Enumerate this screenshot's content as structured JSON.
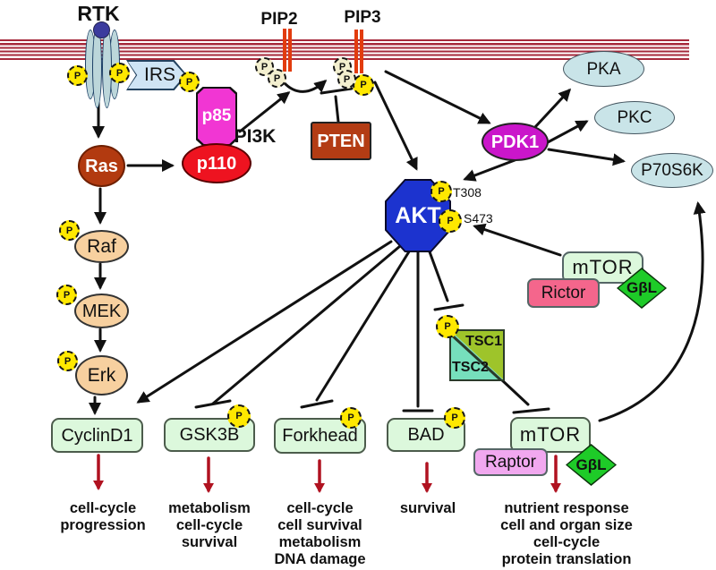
{
  "badge": {
    "label": "P"
  },
  "nodes": {
    "rtk": "RTK",
    "irs": "IRS",
    "pip2": "PIP2",
    "pip3": "PIP3",
    "p85": "p85",
    "p110": "p110",
    "pi3k": "PI3K",
    "pten": "PTEN",
    "ras": "Ras",
    "raf": "Raf",
    "mek": "MEK",
    "erk": "Erk",
    "pdk1": "PDK1",
    "pka": "PKA",
    "pkc": "PKC",
    "p70s6k": "P70S6K",
    "akt": "AKT",
    "site_t308": "T308",
    "site_s473": "S473",
    "mtor": "mTOR",
    "rictor": "Rictor",
    "raptor": "Raptor",
    "gbl": "GβL",
    "tsc1": "TSC1",
    "tsc2": "TSC2",
    "cyclind1": "CyclinD1",
    "gsk3b": "GSK3B",
    "forkhead": "Forkhead",
    "bad": "BAD"
  },
  "outcomes": {
    "cyclind1": [
      "cell-cycle",
      "progression"
    ],
    "gsk3b": [
      "metabolism",
      "cell-cycle",
      "survival"
    ],
    "forkhead": [
      "cell-cycle",
      "cell survival",
      "metabolism",
      "DNA damage"
    ],
    "bad": [
      "survival"
    ],
    "mtor": [
      "nutrient response",
      "cell and organ size",
      "cell-cycle",
      "protein translation"
    ]
  },
  "colors": {
    "membrane_red": "#a6293b",
    "receptor_blue": "#bcd6da",
    "irs_blue": "#cfe4f4",
    "phospho_yellow": "#ffe800",
    "phospho_pale": "#f3efcf",
    "p85_magenta": "#f136d3",
    "p110_red": "#ee1320",
    "pten_brown": "#b33c14",
    "ras_brown": "#b23a10",
    "kinase_peach": "#f7d09f",
    "pdk1_magenta": "#ca16ca",
    "kinase_lightblue": "#c9e4e8",
    "akt_blue": "#1c33cf",
    "target_green": "#dcf8dc",
    "gbl_green": "#1ecb28",
    "rictor_pink": "#f4668c",
    "raptor_pink": "#f1a8ef",
    "tsc1_olive": "#9ec42a",
    "tsc2_aqua": "#76dfbc",
    "effect_arrow_red": "#b01220",
    "pip_bar_orange": "#e23c0e"
  }
}
